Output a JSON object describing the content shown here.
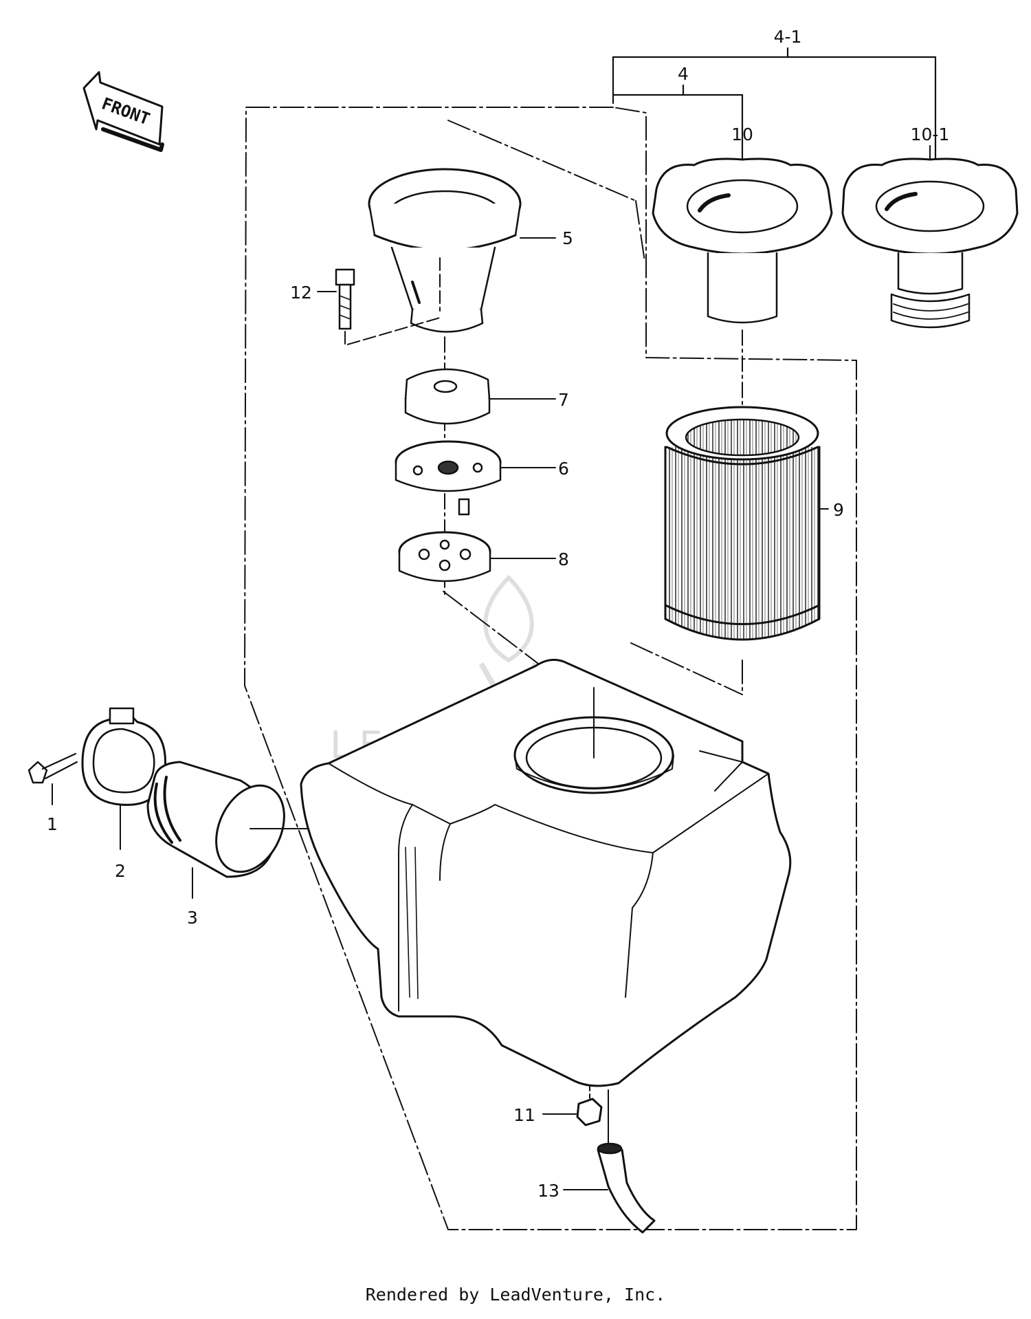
{
  "front_label": "FRONT",
  "callouts": {
    "c1": "1",
    "c2": "2",
    "c3": "3",
    "c4": "4",
    "c4_1": "4-1",
    "c5": "5",
    "c6": "6",
    "c7": "7",
    "c8": "8",
    "c9": "9",
    "c10": "10",
    "c10_1": "10-1",
    "c11": "11",
    "c12": "12",
    "c13": "13"
  },
  "watermark": "LEADVENTURE",
  "footer": "Rendered by LeadVenture, Inc.",
  "colors": {
    "ink": "#111111",
    "paper": "#ffffff",
    "watermark": "#d8d8d8"
  }
}
